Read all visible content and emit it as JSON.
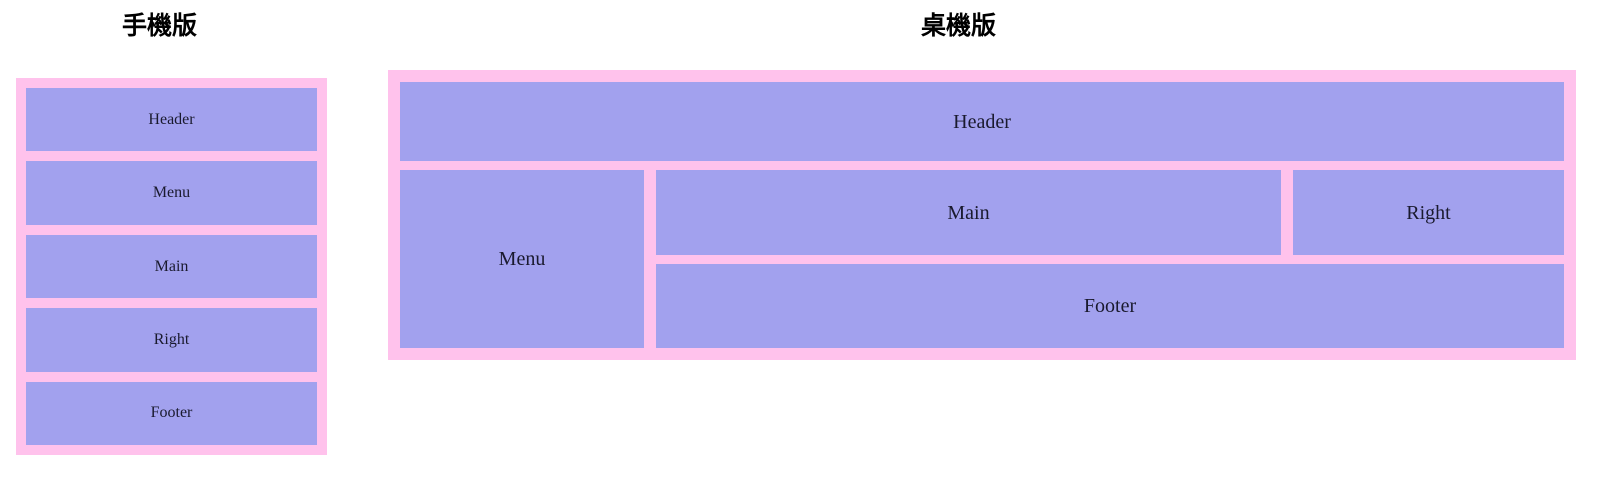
{
  "colors": {
    "pink_container": "#ffc2ec",
    "purple_block": "#a2a1ee",
    "label_text": "#1a1a2e",
    "heading_text": "#000000",
    "page_background": "#ffffff"
  },
  "mobile": {
    "heading": "手機版",
    "blocks": [
      {
        "label": "Header"
      },
      {
        "label": "Menu"
      },
      {
        "label": "Main"
      },
      {
        "label": "Right"
      },
      {
        "label": "Footer"
      }
    ]
  },
  "desktop": {
    "heading": "桌機版",
    "header": {
      "label": "Header"
    },
    "menu": {
      "label": "Menu"
    },
    "main": {
      "label": "Main"
    },
    "right": {
      "label": "Right"
    },
    "footer": {
      "label": "Footer"
    }
  }
}
